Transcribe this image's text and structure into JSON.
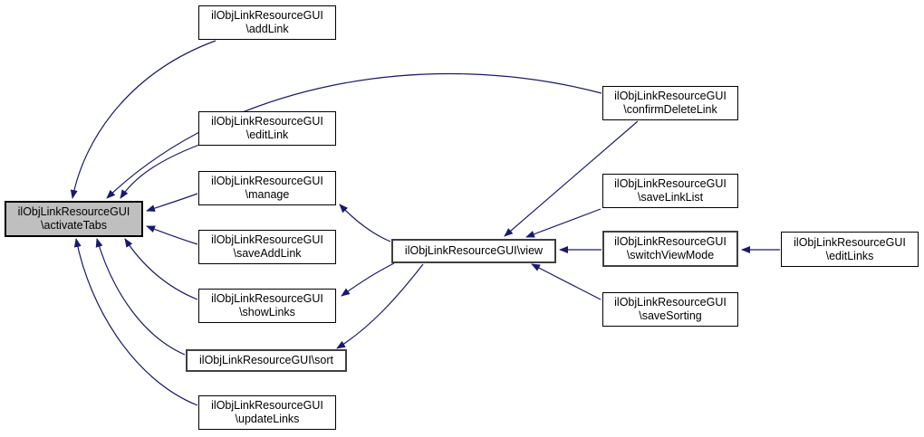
{
  "diagram": {
    "type": "doxygen-caller-graph",
    "colors": {
      "edge": "#191970",
      "node_fill": "#ffffff",
      "node_border": "#000000",
      "highlight_node_fill": "#bfbfbf"
    },
    "nodes": {
      "activateTabs": {
        "line1": "ilObjLinkResourceGUI",
        "line2": "\\activateTabs"
      },
      "addLink": {
        "line1": "ilObjLinkResourceGUI",
        "line2": "\\addLink"
      },
      "editLink": {
        "line1": "ilObjLinkResourceGUI",
        "line2": "\\editLink"
      },
      "manage": {
        "line1": "ilObjLinkResourceGUI",
        "line2": "\\manage"
      },
      "saveAddLink": {
        "line1": "ilObjLinkResourceGUI",
        "line2": "\\saveAddLink"
      },
      "showLinks": {
        "line1": "ilObjLinkResourceGUI",
        "line2": "\\showLinks"
      },
      "sort": {
        "line1": "ilObjLinkResourceGUI\\sort"
      },
      "updateLinks": {
        "line1": "ilObjLinkResourceGUI",
        "line2": "\\updateLinks"
      },
      "view": {
        "line1": "ilObjLinkResourceGUI\\view"
      },
      "confirmDeleteLink": {
        "line1": "ilObjLinkResourceGUI",
        "line2": "\\confirmDeleteLink"
      },
      "saveLinkList": {
        "line1": "ilObjLinkResourceGUI",
        "line2": "\\saveLinkList"
      },
      "switchViewMode": {
        "line1": "ilObjLinkResourceGUI",
        "line2": "\\switchViewMode"
      },
      "saveSorting": {
        "line1": "ilObjLinkResourceGUI",
        "line2": "\\saveSorting"
      },
      "editLinks": {
        "line1": "ilObjLinkResourceGUI",
        "line2": "\\editLinks"
      }
    },
    "edges": [
      {
        "from": "addLink",
        "to": "activateTabs"
      },
      {
        "from": "confirmDeleteLink",
        "to": "activateTabs"
      },
      {
        "from": "editLink",
        "to": "activateTabs"
      },
      {
        "from": "manage",
        "to": "activateTabs"
      },
      {
        "from": "saveAddLink",
        "to": "activateTabs"
      },
      {
        "from": "showLinks",
        "to": "activateTabs"
      },
      {
        "from": "sort",
        "to": "activateTabs"
      },
      {
        "from": "updateLinks",
        "to": "activateTabs"
      },
      {
        "from": "view",
        "to": "manage"
      },
      {
        "from": "view",
        "to": "showLinks"
      },
      {
        "from": "view",
        "to": "sort"
      },
      {
        "from": "confirmDeleteLink",
        "to": "view"
      },
      {
        "from": "saveLinkList",
        "to": "view"
      },
      {
        "from": "switchViewMode",
        "to": "view"
      },
      {
        "from": "saveSorting",
        "to": "view"
      },
      {
        "from": "editLinks",
        "to": "switchViewMode"
      }
    ]
  }
}
